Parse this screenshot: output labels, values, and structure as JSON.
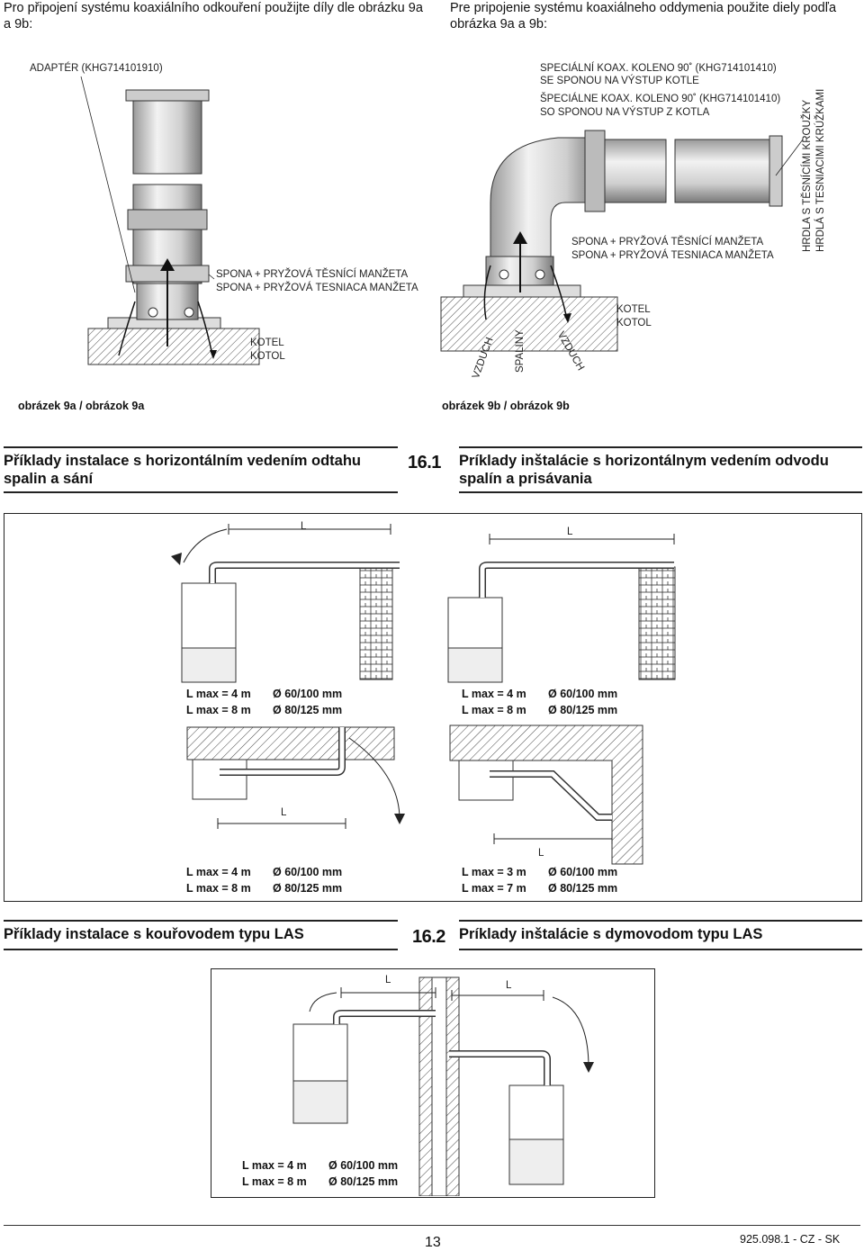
{
  "intro": {
    "cz": "Pro připojení systému koaxiálního odkouření použijte díly dle obrázku 9a a 9b:",
    "sk": "Pre pripojenie systému koaxiálneho oddymenia použite diely podľa obrázka 9a a 9b:"
  },
  "fig9a": {
    "adapter": "ADAPTÉR (KHG714101910)",
    "clamp_cz": "SPONA + PRYŽOVÁ TĚSNÍCÍ MANŽETA",
    "clamp_sk": "SPONA + PRYŽOVÁ TESNIACA MANŽETA",
    "boiler_cz": "KOTEL",
    "boiler_sk": "KOTOL",
    "caption": "obrázek 9a / obrázok 9a"
  },
  "fig9b": {
    "elbow_cz_1": "SPECIÁLNÍ KOAX. KOLENO 90˚ (KHG714101410)",
    "elbow_cz_2": "SE SPONOU NA VÝSTUP KOTLE",
    "elbow_sk_1": "ŠPECIÁLNE KOAX. KOLENO 90˚ (KHG714101410)",
    "elbow_sk_2": "SO SPONOU NA VÝSTUP Z KOTLA",
    "clamp_cz": "SPONA + PRYŽOVÁ TĚSNÍCÍ MANŽETA",
    "clamp_sk": "SPONA + PRYŽOVÁ TESNIACA MANŽETA",
    "boiler_cz": "KOTEL",
    "boiler_sk": "KOTOL",
    "socket_cz": "HRDLA S TĚSNÍCÍMI KROUŽKY",
    "socket_sk": "HRDLÁ S TESNIACIMI KRÚŽKAMI",
    "air_left": "VZDUCH",
    "flue": "SPALINY",
    "air_right": "VZDUCH",
    "caption": "obrázek 9b / obrázok 9b"
  },
  "section161": {
    "number": "16.1",
    "title_cz": "Příklady instalace s horizontálním vedením odtahu spalin a sání",
    "title_sk": "Príklady inštalácie s horizontálnym vedením odvodu spalín a prisávania",
    "dim_label": "L",
    "specs": [
      {
        "r1": [
          "L max = 4 m",
          "Ø 60/100 mm"
        ],
        "r2": [
          "L max = 8 m",
          "Ø 80/125 mm"
        ]
      },
      {
        "r1": [
          "L max = 4 m",
          "Ø 60/100 mm"
        ],
        "r2": [
          "L max = 8 m",
          "Ø 80/125 mm"
        ]
      },
      {
        "r1": [
          "L max = 4 m",
          "Ø 60/100 mm"
        ],
        "r2": [
          "L max = 8 m",
          "Ø 80/125 mm"
        ]
      },
      {
        "r1": [
          "L max = 3 m",
          "Ø 60/100 mm"
        ],
        "r2": [
          "L max = 7 m",
          "Ø 80/125 mm"
        ]
      }
    ]
  },
  "section162": {
    "number": "16.2",
    "title_cz": "Příklady instalace s kouřovodem typu LAS",
    "title_sk": "Príklady inštalácie s dymovodom typu LAS",
    "dim_label": "L",
    "spec": {
      "r1": [
        "L max = 4 m",
        "Ø 60/100 mm"
      ],
      "r2": [
        "L max = 8 m",
        "Ø 80/125 mm"
      ]
    }
  },
  "footer": {
    "page": "13",
    "doc": "925.098.1 - CZ - SK"
  }
}
